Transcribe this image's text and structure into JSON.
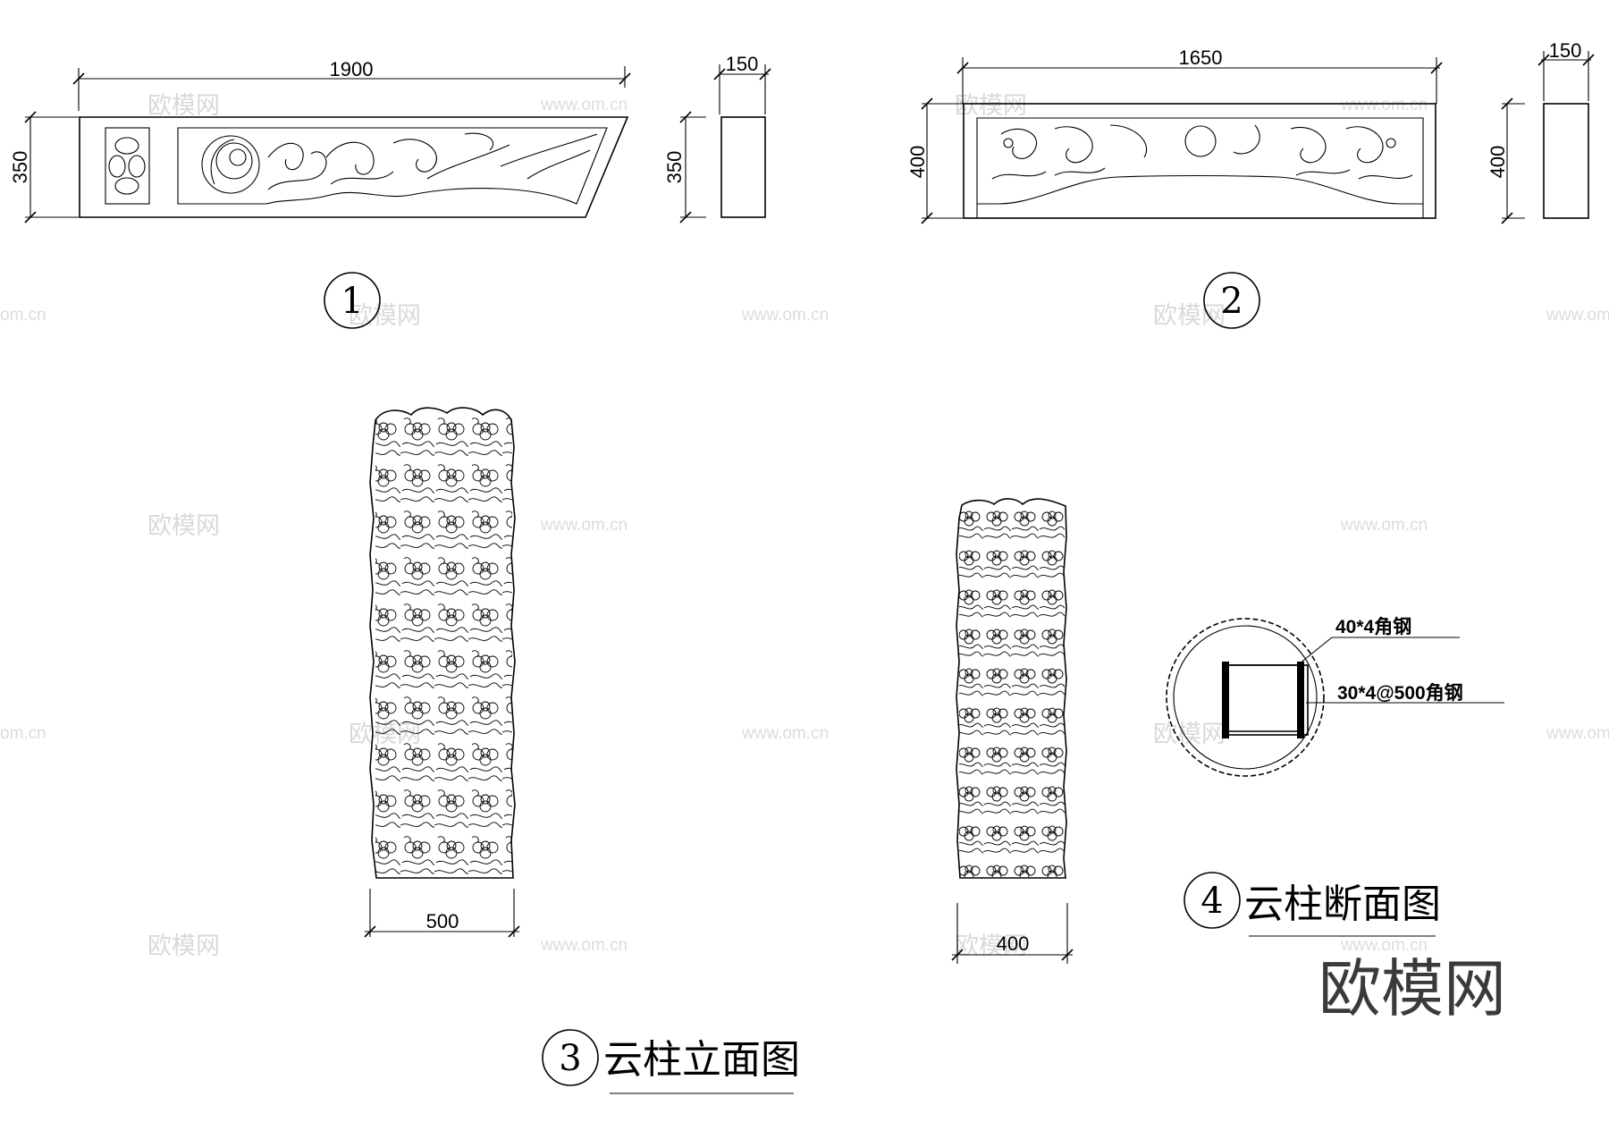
{
  "drawing_1": {
    "number": "1",
    "dim_length": "1900",
    "dim_height": "350",
    "side_dim_width": "150",
    "side_dim_height": "350"
  },
  "drawing_2": {
    "number": "2",
    "dim_length": "1650",
    "dim_height": "400",
    "side_dim_width": "150",
    "side_dim_height": "400"
  },
  "drawing_3": {
    "number": "3",
    "title": "云柱立面图",
    "dim_width": "500"
  },
  "column_small": {
    "dim_width": "400"
  },
  "drawing_4": {
    "number": "4",
    "title": "云柱断面图",
    "note_outer": "40*4角钢",
    "note_inner": "30*4@500角钢"
  },
  "watermarks": {
    "brand": "欧模网",
    "url": "www.om.cn",
    "url_partial": "om.cn",
    "big_brand": "欧模网"
  }
}
